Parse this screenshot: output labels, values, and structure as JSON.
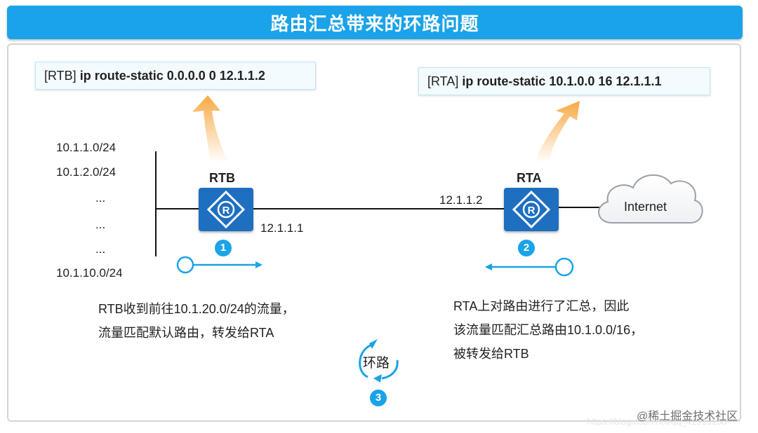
{
  "title": "路由汇总带来的环路问题",
  "rtb_command": {
    "prefix": "[RTB]",
    "command": "ip route-static 0.0.0.0 0 12.1.1.2"
  },
  "rta_command": {
    "prefix": "[RTA]",
    "command": "ip route-static 10.1.0.0 16 12.1.1.1"
  },
  "networks": [
    "10.1.1.0/24",
    "10.1.2.0/24",
    "...",
    "...",
    "...",
    "10.1.10.0/24"
  ],
  "rtb": {
    "name": "RTB",
    "ip": "12.1.1.1",
    "step": "1"
  },
  "rta": {
    "name": "RTA",
    "ip": "12.1.1.2",
    "step": "2"
  },
  "internet_label": "Internet",
  "step1_desc": [
    "RTB收到前往10.1.20.0/24的流量，",
    "流量匹配默认路由，转发给RTA"
  ],
  "step2_desc": [
    "RTA上对路由进行了汇总，因此",
    "该流量匹配汇总路由10.1.0.0/16，",
    "被转发给RTB"
  ],
  "loop": {
    "label": "环路",
    "step": "3"
  },
  "watermark": "@稀土掘金技术社区",
  "watermark_url": "https://blog.csdn.net/qq_41913138",
  "colors": {
    "accent": "#1aa3e8",
    "router": "#1e6fc0",
    "arrow_glow": "#f7a43a"
  }
}
